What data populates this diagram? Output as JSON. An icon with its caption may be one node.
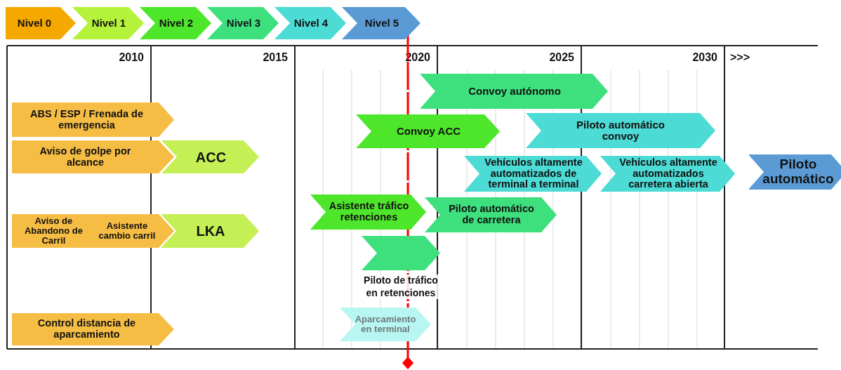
{
  "diagram": {
    "nodes": [
      {
        "text": [
          "Nivel 0"
        ]
      },
      {
        "text": [
          "Nivel 1"
        ]
      },
      {
        "text": [
          "Nivel 2"
        ]
      },
      {
        "text": [
          "Nivel 3"
        ]
      },
      {
        "text": [
          "Nivel 4"
        ]
      },
      {
        "text": [
          "Nivel 5"
        ]
      },
      {
        "text": [
          "ABS / ESP / Frenada de emergencia"
        ]
      },
      {
        "text": [
          "Aviso de golpe por alcance"
        ]
      },
      {
        "text": [
          "ACC"
        ]
      },
      {
        "text": [
          "Aviso de Abandono de Carril",
          "Asistente cambio carril"
        ]
      },
      {
        "text": [
          "LKA"
        ]
      },
      {
        "text": [
          "Control distancia de aparcamiento"
        ]
      },
      {
        "text": [
          "Convoy autónomo"
        ]
      },
      {
        "text": [
          "Convoy ACC"
        ]
      },
      {
        "text": [
          "Piloto automático convoy"
        ]
      },
      {
        "text": [
          "Vehículos altamente automatizados de terminal a terminal"
        ]
      },
      {
        "text": [
          "Vehículos altamente automatizados carretera abierta"
        ]
      },
      {
        "text": [
          "Piloto automático"
        ]
      },
      {
        "text": [
          "Asistente tráfico retenciones"
        ]
      },
      {
        "text": [
          "Piloto automático de carretera"
        ]
      },
      {
        "text": [],
        "shape": "chevron",
        "beside": [
          "Piloto de tráfico en retenciones"
        ]
      },
      {
        "text": [
          "Aparcamiento en terminal"
        ]
      }
    ],
    "edges": [],
    "labels": [
      "2010",
      "2015",
      "2020",
      "2025",
      "2030",
      ">>>"
    ]
  }
}
